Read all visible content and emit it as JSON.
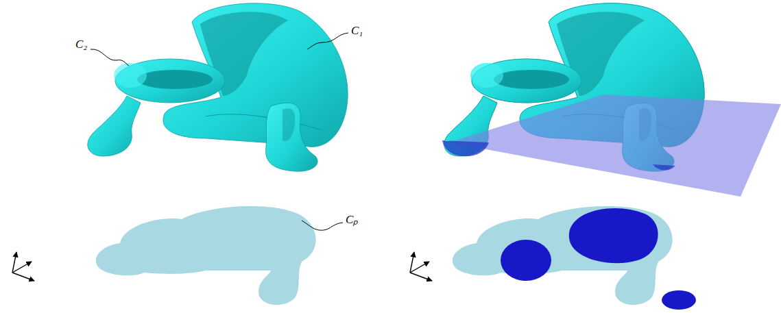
{
  "diagram": {
    "labels": [
      "C₂",
      "C₁",
      "Cₚ"
    ]
  }
}
